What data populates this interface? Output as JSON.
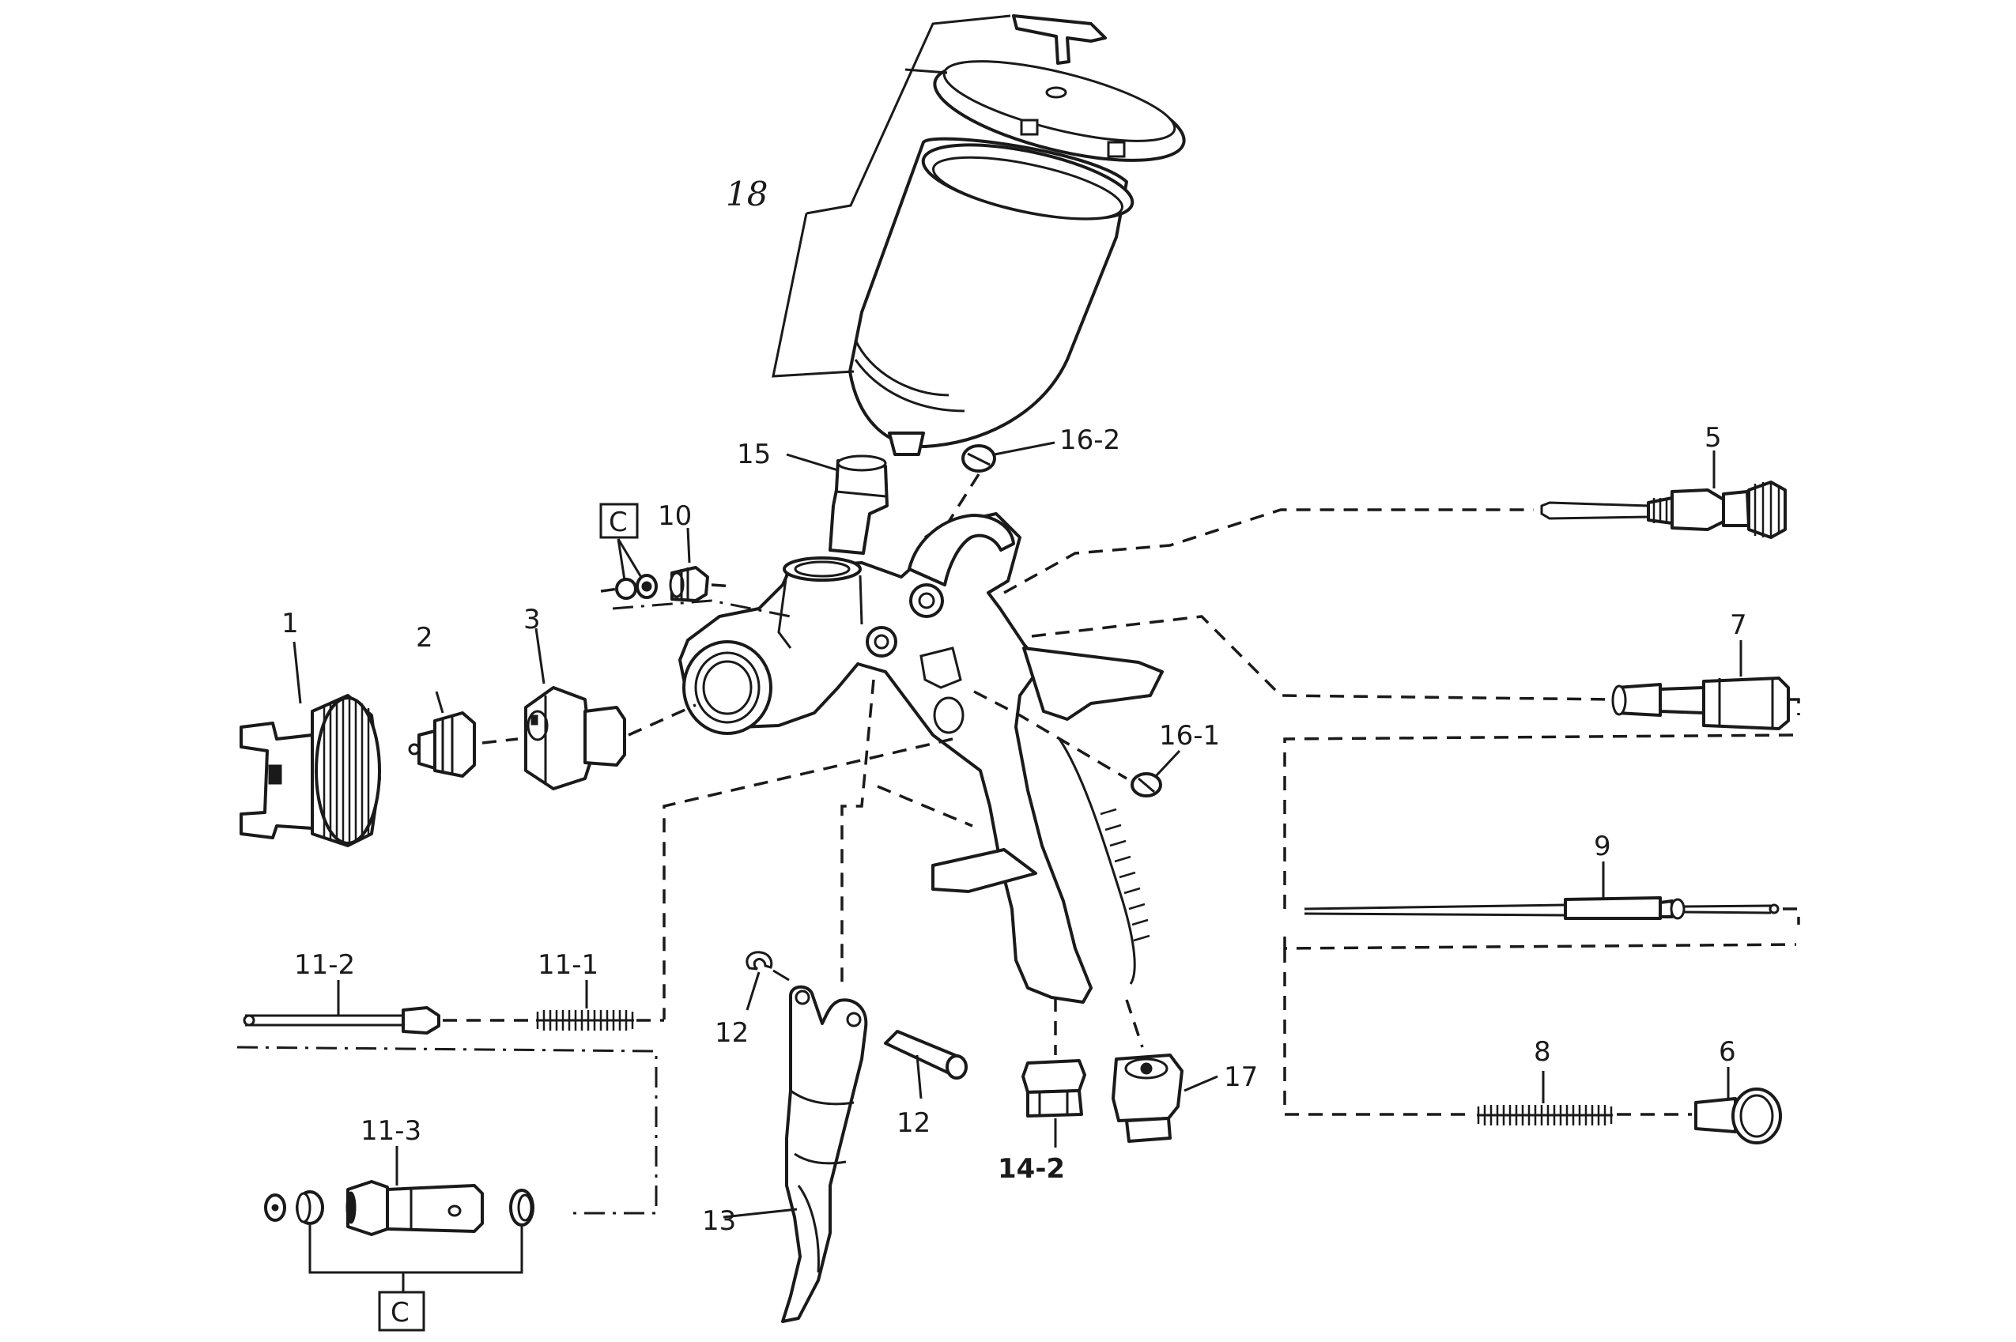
{
  "diagram": {
    "labels": {
      "p1": "1",
      "p2": "2",
      "p3": "3",
      "p5": "5",
      "p6": "6",
      "p7": "7",
      "p8": "8",
      "p9": "9",
      "p10": "10",
      "p11_1": "11-1",
      "p11_2": "11-2",
      "p11_3": "11-3",
      "p12a": "12",
      "p12b": "12",
      "p13": "13",
      "p14_2": "14-2",
      "p15": "15",
      "p16_1": "16-1",
      "p16_2": "16-2",
      "p17": "17",
      "p18": "18",
      "c_top": "C",
      "c_bottom": "C"
    }
  }
}
